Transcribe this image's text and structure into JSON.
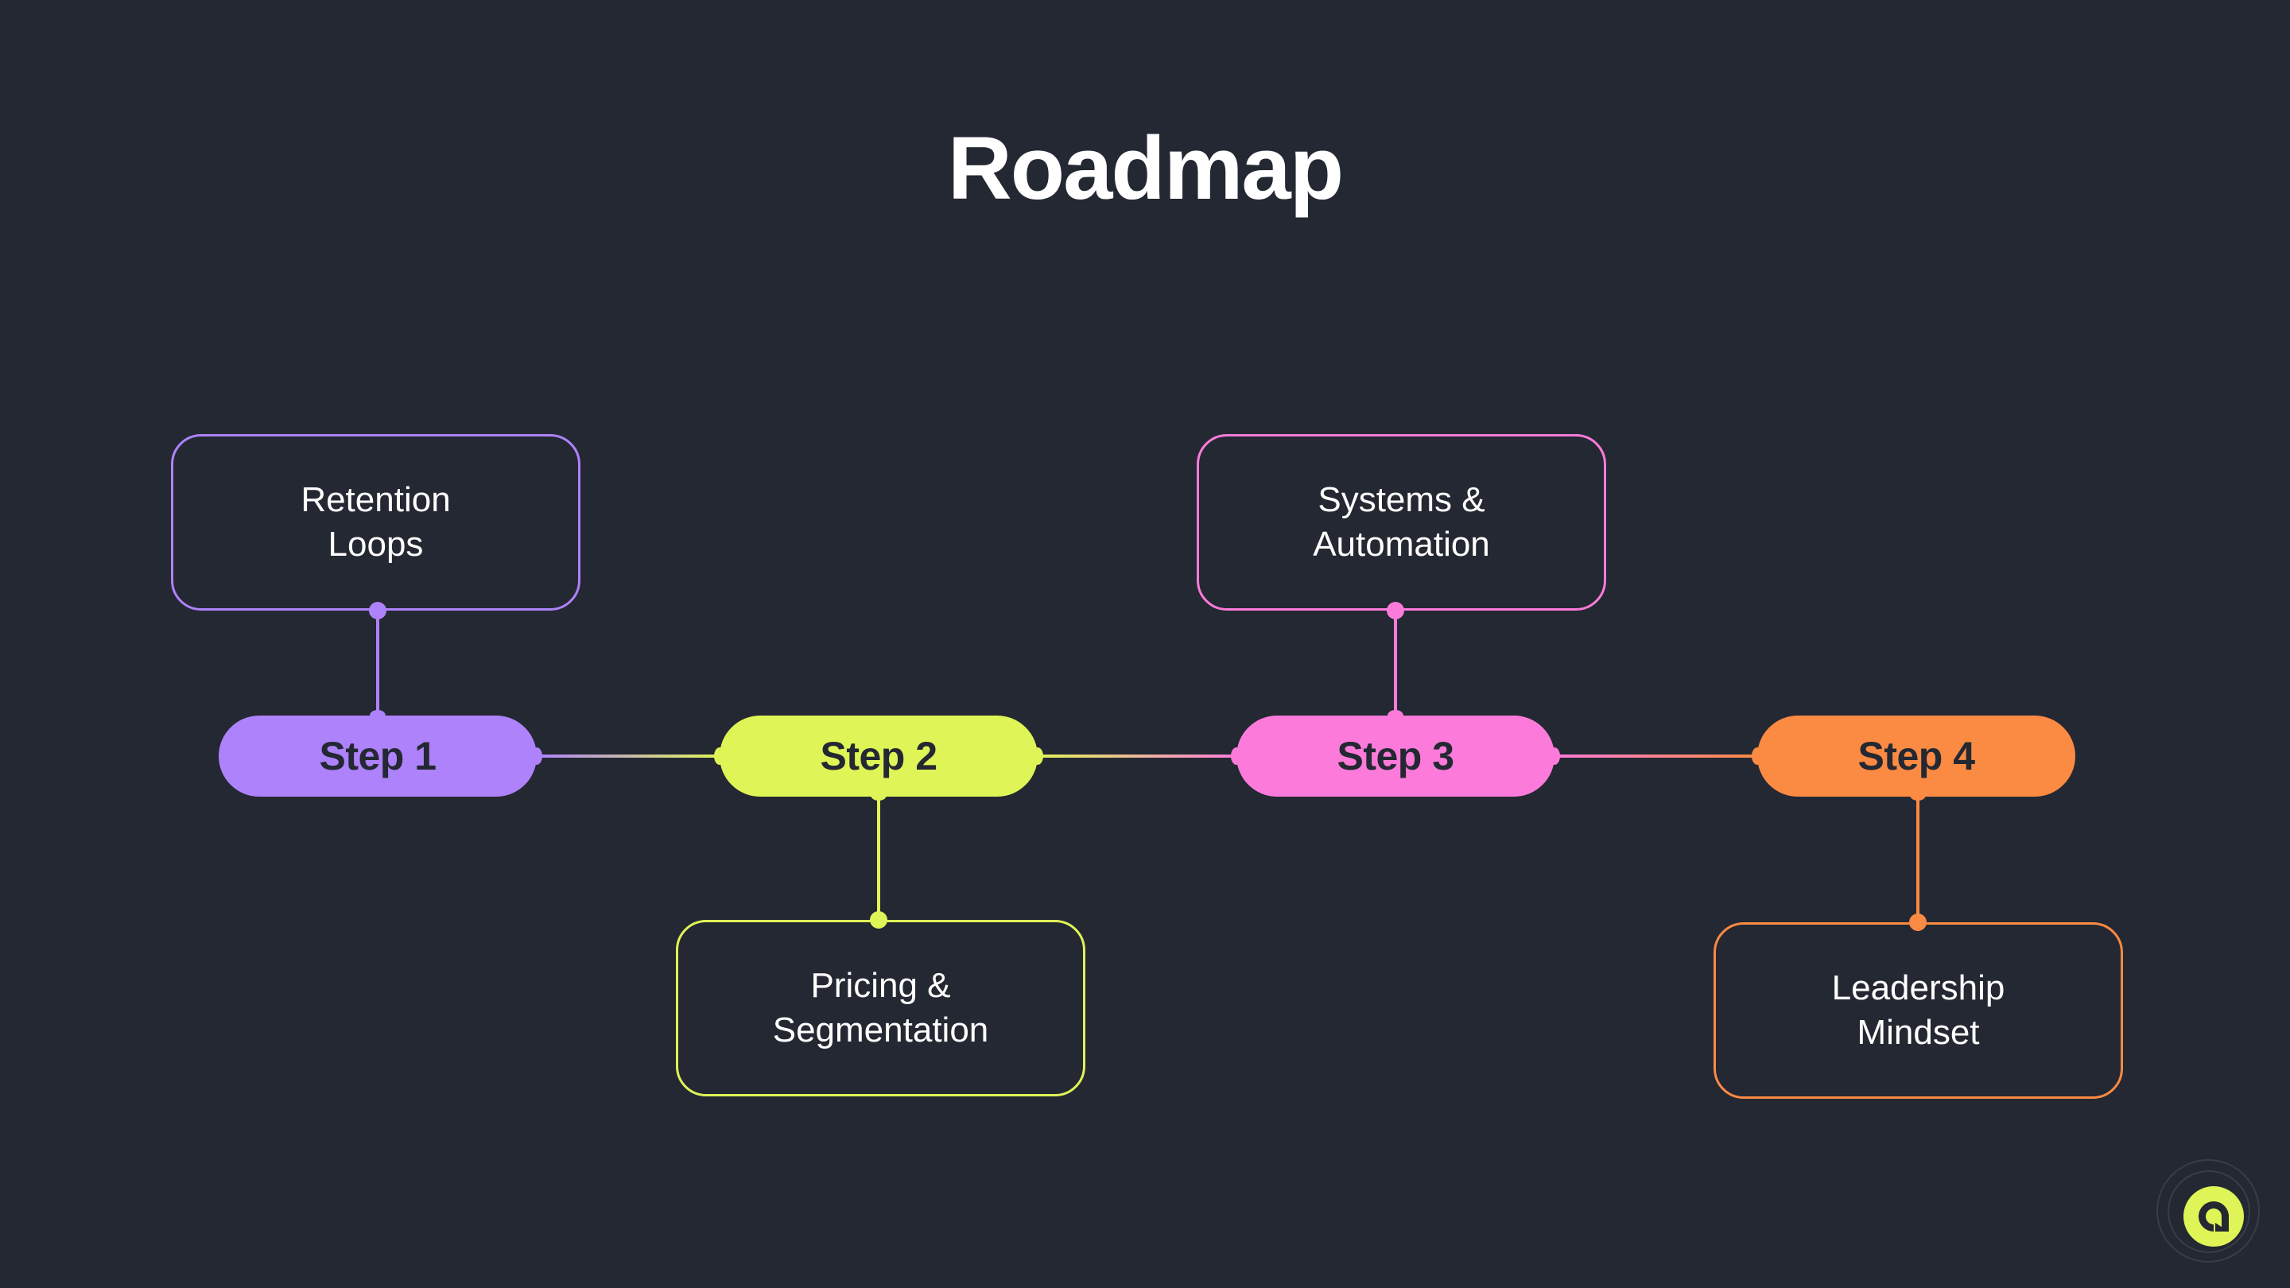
{
  "page": {
    "title": "Roadmap",
    "background_color": "#242832",
    "title_color": "#ffffff"
  },
  "diagram": {
    "type": "roadmap-flow",
    "steps": [
      {
        "id": "step-1",
        "label": "Step 1",
        "color": "#AE82FA",
        "branch": {
          "label": "Retention\nLoops",
          "position": "above",
          "border_color": "#AE82FA"
        }
      },
      {
        "id": "step-2",
        "label": "Step 2",
        "color": "#DFF456",
        "branch": {
          "label": "Pricing &\nSegmentation",
          "position": "below",
          "border_color": "#DFF456"
        }
      },
      {
        "id": "step-3",
        "label": "Step 3",
        "color": "#FC7BDA",
        "branch": {
          "label": "Systems &\nAutomation",
          "position": "above",
          "border_color": "#FC7BDA"
        }
      },
      {
        "id": "step-4",
        "label": "Step 4",
        "color": "#FB8A43",
        "branch": {
          "label": "Leadership\nMindset",
          "position": "below",
          "border_color": "#FB8A43"
        }
      }
    ],
    "connectors": [
      {
        "from": "step-1",
        "to": "step-2",
        "from_color": "#AE82FA",
        "to_color": "#DFF456"
      },
      {
        "from": "step-2",
        "to": "step-3",
        "from_color": "#DFF456",
        "to_color": "#FC7BDA"
      },
      {
        "from": "step-3",
        "to": "step-4",
        "from_color": "#FC7BDA",
        "to_color": "#FB8A43"
      }
    ]
  },
  "logo": {
    "name": "brand-logo",
    "core_color": "#DFF456",
    "glyph_color": "#242832"
  }
}
